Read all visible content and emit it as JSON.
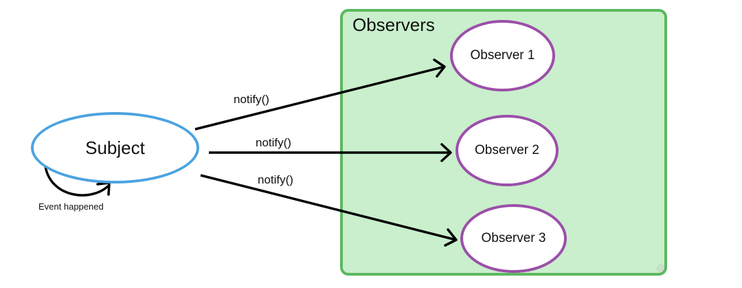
{
  "diagram": {
    "group": {
      "title": "Observers",
      "fill_color": "#c9efcc",
      "border_color": "#5cb85f"
    },
    "subject": {
      "label": "Subject",
      "border_color": "#4ba3e0"
    },
    "observers": [
      {
        "label": "Observer 1"
      },
      {
        "label": "Observer 2"
      },
      {
        "label": "Observer 3"
      }
    ],
    "observer_border_color": "#9b4fa9",
    "edges": [
      {
        "from": "Subject",
        "to": "Observer 1",
        "label": "notify()"
      },
      {
        "from": "Subject",
        "to": "Observer 2",
        "label": "notify()"
      },
      {
        "from": "Subject",
        "to": "Observer 3",
        "label": "notify()"
      }
    ],
    "self_loop": {
      "label": "Event happened"
    },
    "watermark": "@"
  }
}
